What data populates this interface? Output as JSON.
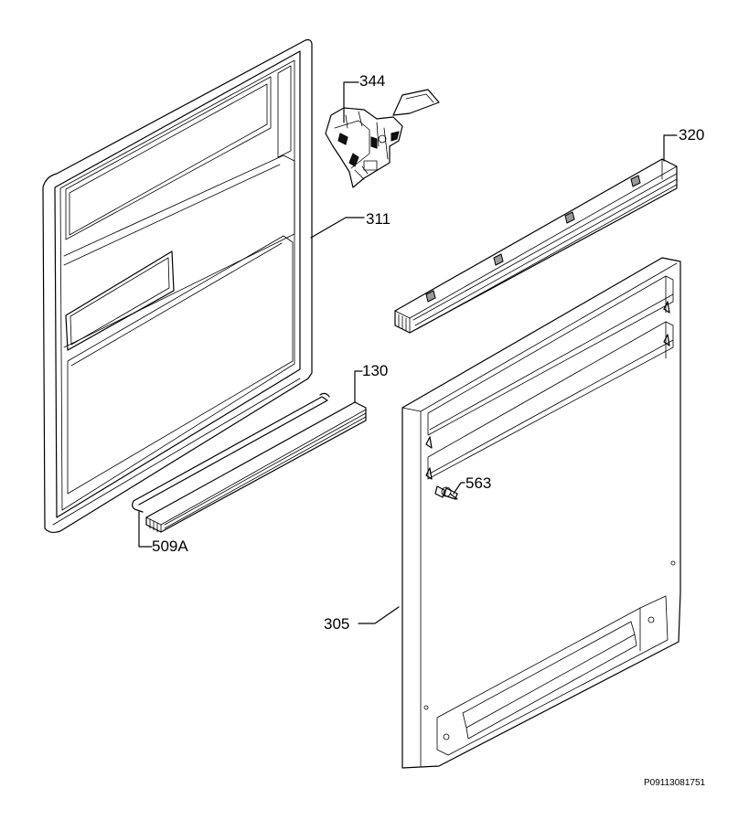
{
  "labels": {
    "p344": "344",
    "p320": "320",
    "p311": "311",
    "p130": "130",
    "p563": "563",
    "p509a": "509A",
    "p305": "305"
  },
  "reference": "P09113081751"
}
